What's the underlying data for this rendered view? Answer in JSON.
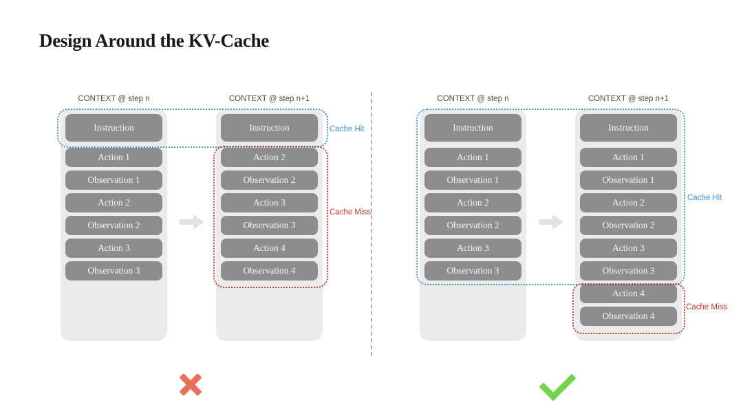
{
  "title": "Design Around the KV-Cache",
  "colors": {
    "cache_hit_blue": "#4a90d8",
    "cache_miss_red": "#c23b2e",
    "box_gray": "#8d8d8d",
    "container_gray": "#ebebeb",
    "cross_red": "#e8705a",
    "check_green": "#70d44f"
  },
  "panels": [
    {
      "id": "kv-cache-broken",
      "verdict_icon": "cross-icon",
      "cache_hit_label": "Cache Hit",
      "cache_miss_label": "Cache Miss",
      "columns": [
        {
          "header": "CONTEXT @ step n",
          "boxes": [
            "Instruction",
            "Action 1",
            "Observation 1",
            "Action 2",
            "Observation 2",
            "Action 3",
            "Observation 3"
          ]
        },
        {
          "header": "CONTEXT @ step n+1",
          "boxes": [
            "Instruction",
            "Action 2",
            "Observation 2",
            "Action 3",
            "Observation 3",
            "Action 4",
            "Observation 4"
          ]
        }
      ]
    },
    {
      "id": "kv-cache-preserved",
      "verdict_icon": "check-icon",
      "cache_hit_label": "Cache Hit",
      "cache_miss_label": "Cache Miss",
      "columns": [
        {
          "header": "CONTEXT @ step n",
          "boxes": [
            "Instruction",
            "Action 1",
            "Observation 1",
            "Action 2",
            "Observation 2",
            "Action 3",
            "Observation 3"
          ]
        },
        {
          "header": "CONTEXT @ step n+1",
          "boxes": [
            "Instruction",
            "Action 1",
            "Observation 1",
            "Action 2",
            "Observation 2",
            "Action 3",
            "Observation 3",
            "Action 4",
            "Observation 4"
          ]
        }
      ]
    }
  ]
}
